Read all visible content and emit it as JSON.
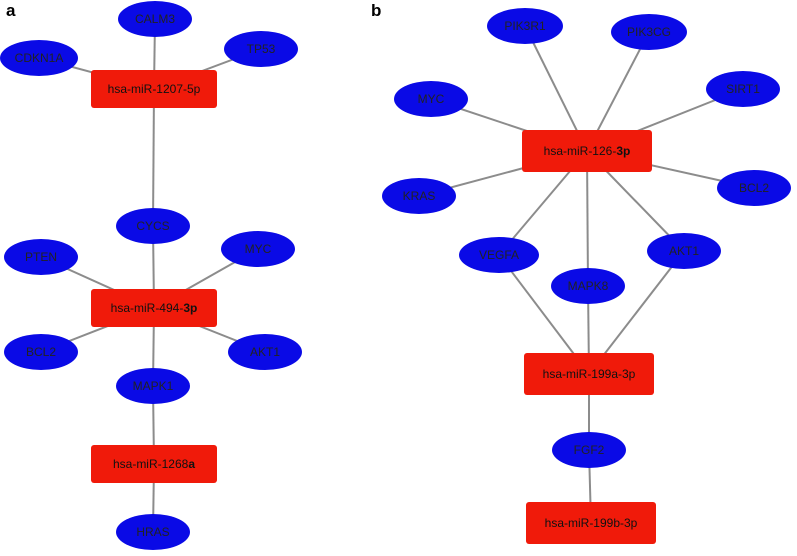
{
  "colors": {
    "gene_fill": "#0a0ae6",
    "mirna_fill": "#f01a0a",
    "edge": "#8c8c8c"
  },
  "panels": [
    {
      "label": "a",
      "mirnas": [
        {
          "id": "a-m1207",
          "text": "hsa-miR-1207-5p",
          "bold_suffix": ""
        },
        {
          "id": "a-m494",
          "text": "hsa-miR-494-",
          "bold_suffix": "3p"
        },
        {
          "id": "a-m1268",
          "text": "hsa-miR-1268",
          "bold_suffix": "a"
        }
      ],
      "genes": [
        {
          "id": "a-calm3",
          "text": "CALM3"
        },
        {
          "id": "a-cdkn1a",
          "text": "CDKN1A"
        },
        {
          "id": "a-tp53",
          "text": "TP53"
        },
        {
          "id": "a-cycs",
          "text": "CYCS"
        },
        {
          "id": "a-pten",
          "text": "PTEN"
        },
        {
          "id": "a-myc",
          "text": "MYC"
        },
        {
          "id": "a-bcl2",
          "text": "BCL2"
        },
        {
          "id": "a-akt1",
          "text": "AKT1"
        },
        {
          "id": "a-mapk1",
          "text": "MAPK1"
        },
        {
          "id": "a-hras",
          "text": "HRAS"
        }
      ],
      "edges": [
        [
          "a-m1207",
          "a-calm3"
        ],
        [
          "a-m1207",
          "a-cdkn1a"
        ],
        [
          "a-m1207",
          "a-tp53"
        ],
        [
          "a-m1207",
          "a-cycs"
        ],
        [
          "a-m494",
          "a-cycs"
        ],
        [
          "a-m494",
          "a-pten"
        ],
        [
          "a-m494",
          "a-myc"
        ],
        [
          "a-m494",
          "a-bcl2"
        ],
        [
          "a-m494",
          "a-akt1"
        ],
        [
          "a-m494",
          "a-mapk1"
        ],
        [
          "a-m1268",
          "a-mapk1"
        ],
        [
          "a-m1268",
          "a-hras"
        ]
      ]
    },
    {
      "label": "b",
      "mirnas": [
        {
          "id": "b-m126",
          "text": "hsa-miR-126-",
          "bold_suffix": "3p"
        },
        {
          "id": "b-m199a",
          "text": "hsa-miR-199a-3p",
          "bold_suffix": ""
        },
        {
          "id": "b-m199b",
          "text": "hsa-miR-199b-3p",
          "bold_suffix": ""
        }
      ],
      "genes": [
        {
          "id": "b-pik3r1",
          "text": "PIK3R1"
        },
        {
          "id": "b-pik3cg",
          "text": "PIK3CG"
        },
        {
          "id": "b-myc",
          "text": "MYC"
        },
        {
          "id": "b-sirt1",
          "text": "SIRT1"
        },
        {
          "id": "b-kras",
          "text": "KRAS"
        },
        {
          "id": "b-bcl2",
          "text": "BCL2"
        },
        {
          "id": "b-vegfa",
          "text": "VEGFA"
        },
        {
          "id": "b-akt1",
          "text": "AKT1"
        },
        {
          "id": "b-mapk8",
          "text": "MAPK8"
        },
        {
          "id": "b-fgf2",
          "text": "FGF2"
        }
      ],
      "edges": [
        [
          "b-m126",
          "b-pik3r1"
        ],
        [
          "b-m126",
          "b-pik3cg"
        ],
        [
          "b-m126",
          "b-myc"
        ],
        [
          "b-m126",
          "b-sirt1"
        ],
        [
          "b-m126",
          "b-kras"
        ],
        [
          "b-m126",
          "b-bcl2"
        ],
        [
          "b-m126",
          "b-vegfa"
        ],
        [
          "b-m126",
          "b-akt1"
        ],
        [
          "b-m126",
          "b-mapk8"
        ],
        [
          "b-m199a",
          "b-vegfa"
        ],
        [
          "b-m199a",
          "b-mapk8"
        ],
        [
          "b-m199a",
          "b-akt1"
        ],
        [
          "b-m199a",
          "b-fgf2"
        ],
        [
          "b-m199b",
          "b-fgf2"
        ]
      ]
    }
  ]
}
